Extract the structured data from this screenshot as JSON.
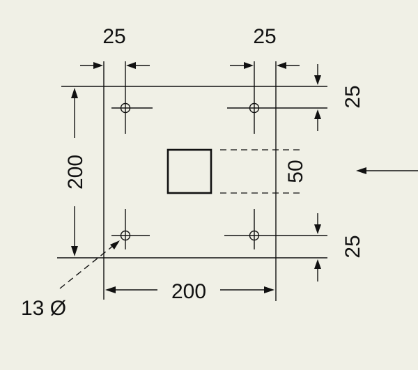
{
  "diagram": {
    "background": "#f0f0e6",
    "ink": "#111111",
    "labels": {
      "top_left_offset": "25",
      "top_right_offset": "25",
      "left_height": "200",
      "bottom_width": "200",
      "right_top_offset": "25",
      "right_bottom_offset": "25",
      "hole_size": "50",
      "hole_diameter": "13 Ø"
    }
  }
}
